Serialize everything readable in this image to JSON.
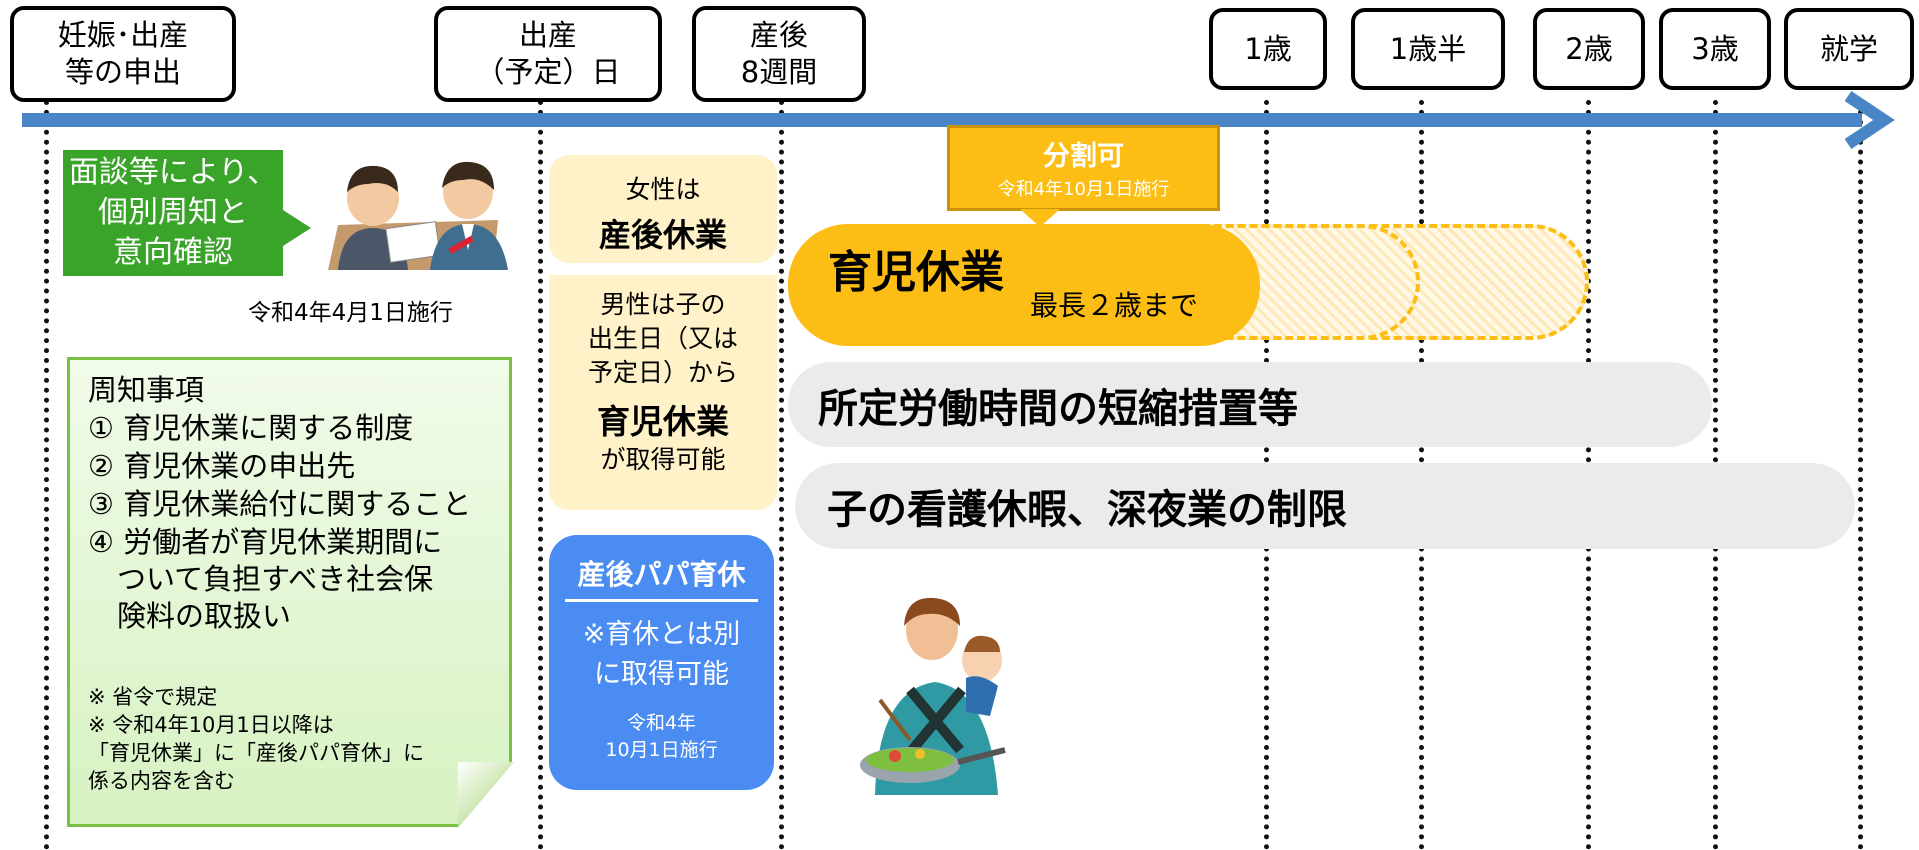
{
  "timeline": {
    "labels": {
      "pregnancy": "妊娠･出産\n等の申出",
      "birth": "出産\n（予定）日",
      "postpartum": "産後\n8週間",
      "age1": "1歳",
      "age1_5": "1歳半",
      "age2": "2歳",
      "age3": "3歳",
      "school": "就学"
    }
  },
  "notice": {
    "callout": "面談等により、\n個別周知と\n意向確認",
    "date": "令和4年4月1日施行"
  },
  "memo": {
    "title": "周知事項",
    "items": [
      "① 育児休業に関する制度",
      "② 育児休業の申出先",
      "③ 育児休業給付に関すること",
      "④ 労働者が育児休業期間に\n　ついて負担すべき社会保\n　険料の取扱い"
    ],
    "notes": [
      "※ 省令で規定",
      "※ 令和4年10月1日以降は\n「育児休業」に「産後パパ育休」に\n係る内容を含む"
    ]
  },
  "women": {
    "line1": "女性は",
    "line2": "産後休業"
  },
  "men": {
    "line1": "男性は子の\n出生日（又は\n予定日）から",
    "line2": "育児休業",
    "line3": "が取得可能"
  },
  "papa": {
    "title": "産後パパ育休",
    "body": "※育休とは別\nに取得可能",
    "date": "令和4年\n10月1日施行"
  },
  "split": {
    "title": "分割可",
    "date": "令和4年10月1日施行"
  },
  "leave": {
    "title": "育児休業",
    "sub": "最長２歳まで"
  },
  "bars": {
    "short_hours": "所定労働時間の短縮措置等",
    "nursing": "子の看護休暇、深夜業の制限"
  },
  "colors": {
    "arrow": "#4a86c6",
    "green": "#3aa32a",
    "orange": "#fcbe14",
    "blue": "#4a8cf2",
    "cream": "#fff1c8",
    "gray": "#ebebeb"
  }
}
